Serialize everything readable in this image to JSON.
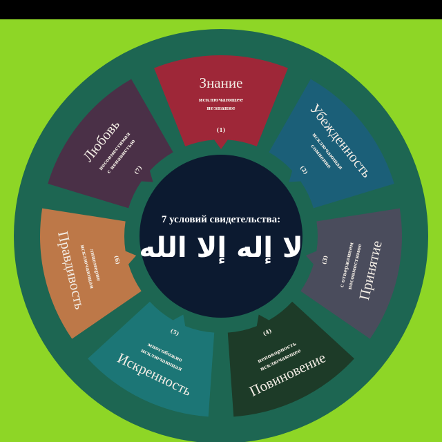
{
  "center": {
    "heading": "7 условий свидетельства:",
    "shahada": "لا إله إلا الله"
  },
  "colors": {
    "background": "#8ed626",
    "ring": "#1d6652",
    "core": "#0c1a30"
  },
  "conditions": [
    {
      "number": "(1)",
      "title": "Знание",
      "sub": [
        "исключающее",
        "незнание"
      ],
      "color": "#9e2738"
    },
    {
      "number": "(2)",
      "title": "Убежденность",
      "sub": [
        "исключающая",
        "сомнение"
      ],
      "color": "#1b5f78"
    },
    {
      "number": "(3)",
      "title": "Принятие",
      "sub": [
        "несовместимое",
        "с отвержением"
      ],
      "color": "#4a4c5c"
    },
    {
      "number": "(4)",
      "title": "Повиновение",
      "sub": [
        "исключающее",
        "непокорность"
      ],
      "color": "#1d3b28"
    },
    {
      "number": "(5)",
      "title": "Искренность",
      "sub": [
        "исключающая",
        "многобожие"
      ],
      "color": "#1c7676"
    },
    {
      "number": "(6)",
      "title": "Правдивость",
      "sub": [
        "исключающая",
        "лицемерие"
      ],
      "color": "#bd7848"
    },
    {
      "number": "(7)",
      "title": "Любовь",
      "sub": [
        "несовместимая",
        "с ненавистью"
      ],
      "color": "#4a3047"
    }
  ]
}
